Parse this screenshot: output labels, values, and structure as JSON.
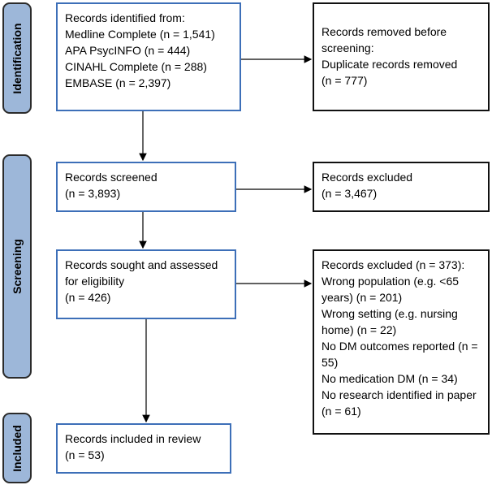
{
  "phases": {
    "identification": "Identification",
    "screening": "Screening",
    "included": "Included"
  },
  "boxes": {
    "identified": [
      "Records identified from:",
      "Medline Complete (n = 1,541)",
      "APA PsycINFO (n = 444)",
      "CINAHL Complete (n = 288)",
      "EMBASE (n = 2,397)"
    ],
    "removed": [
      "Records removed before",
      "screening:",
      "Duplicate records removed",
      "(n = 777)"
    ],
    "screened": [
      "Records screened",
      "(n = 3,893)"
    ],
    "excluded1": [
      "Records excluded",
      "(n = 3,467)"
    ],
    "eligibility": [
      "Records sought and assessed",
      "for eligibility",
      "(n = 426)"
    ],
    "excluded2": [
      "Records excluded (n = 373):",
      "Wrong population (e.g. <65",
      "years) (n = 201)",
      "Wrong setting (e.g. nursing",
      "home) (n = 22)",
      "No DM outcomes reported (n =",
      "55)",
      "No medication DM (n = 34)",
      "No research identified in paper",
      "(n = 61)"
    ],
    "included": [
      "Records included in review",
      "(n = 53)"
    ]
  },
  "colors": {
    "phase_fill": "#9db7d9",
    "box_blue": "#3d6fb8",
    "box_black": "#111111"
  }
}
